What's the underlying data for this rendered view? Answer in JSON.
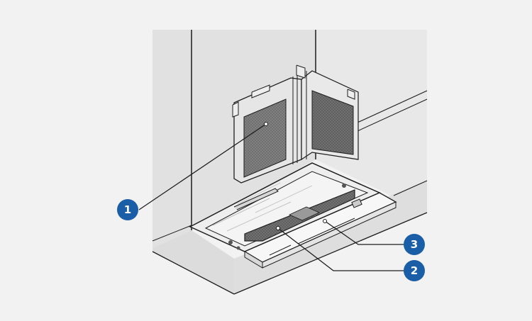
{
  "colors": {
    "background": "#f2f2f2",
    "wall": "#e1e1e1",
    "wall_light": "#e8e8e8",
    "floor": "#dcdcdc",
    "line": "#1e1e1e",
    "filter": "#707070",
    "callout": "#1a5ea8",
    "callout_text": "#ffffff"
  },
  "callouts": [
    {
      "number": "1",
      "part": "upper-filter"
    },
    {
      "number": "2",
      "part": "lower-filter"
    },
    {
      "number": "3",
      "part": "front-grille"
    }
  ]
}
